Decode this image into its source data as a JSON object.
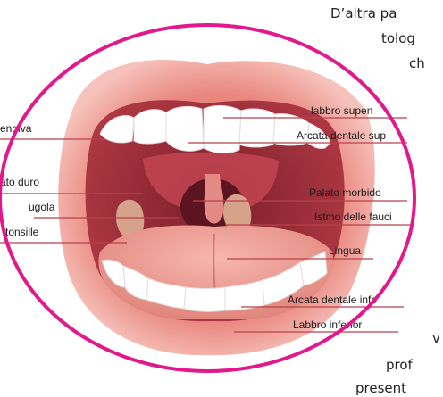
{
  "article": {
    "line1": "D’altra pa",
    "line2": "tolog",
    "line3": "ch",
    "line4": "v",
    "line5": "prof",
    "line6": "present"
  },
  "labels": {
    "gengiva": "engiva",
    "palato_duro": "ato duro",
    "ugola": "ugola",
    "tonsille": "tonsille",
    "labbro_superiore": "labbro supen",
    "arcata_superiore": "Arcata dentale sup",
    "palato_morbido": "Palato morbido",
    "istmo": "Istmo delle fauci",
    "lingua": "Lingua",
    "arcata_inferiore": "Arcata dentale info",
    "labbro_inferiore": "Labbro inferior"
  },
  "colors": {
    "frame": "#e2198c",
    "lip": "#f2a6a0",
    "cavity": "#a8333f",
    "tongue": "#ef9e98",
    "teeth": "#ffffff",
    "leader": "#b8424a"
  }
}
